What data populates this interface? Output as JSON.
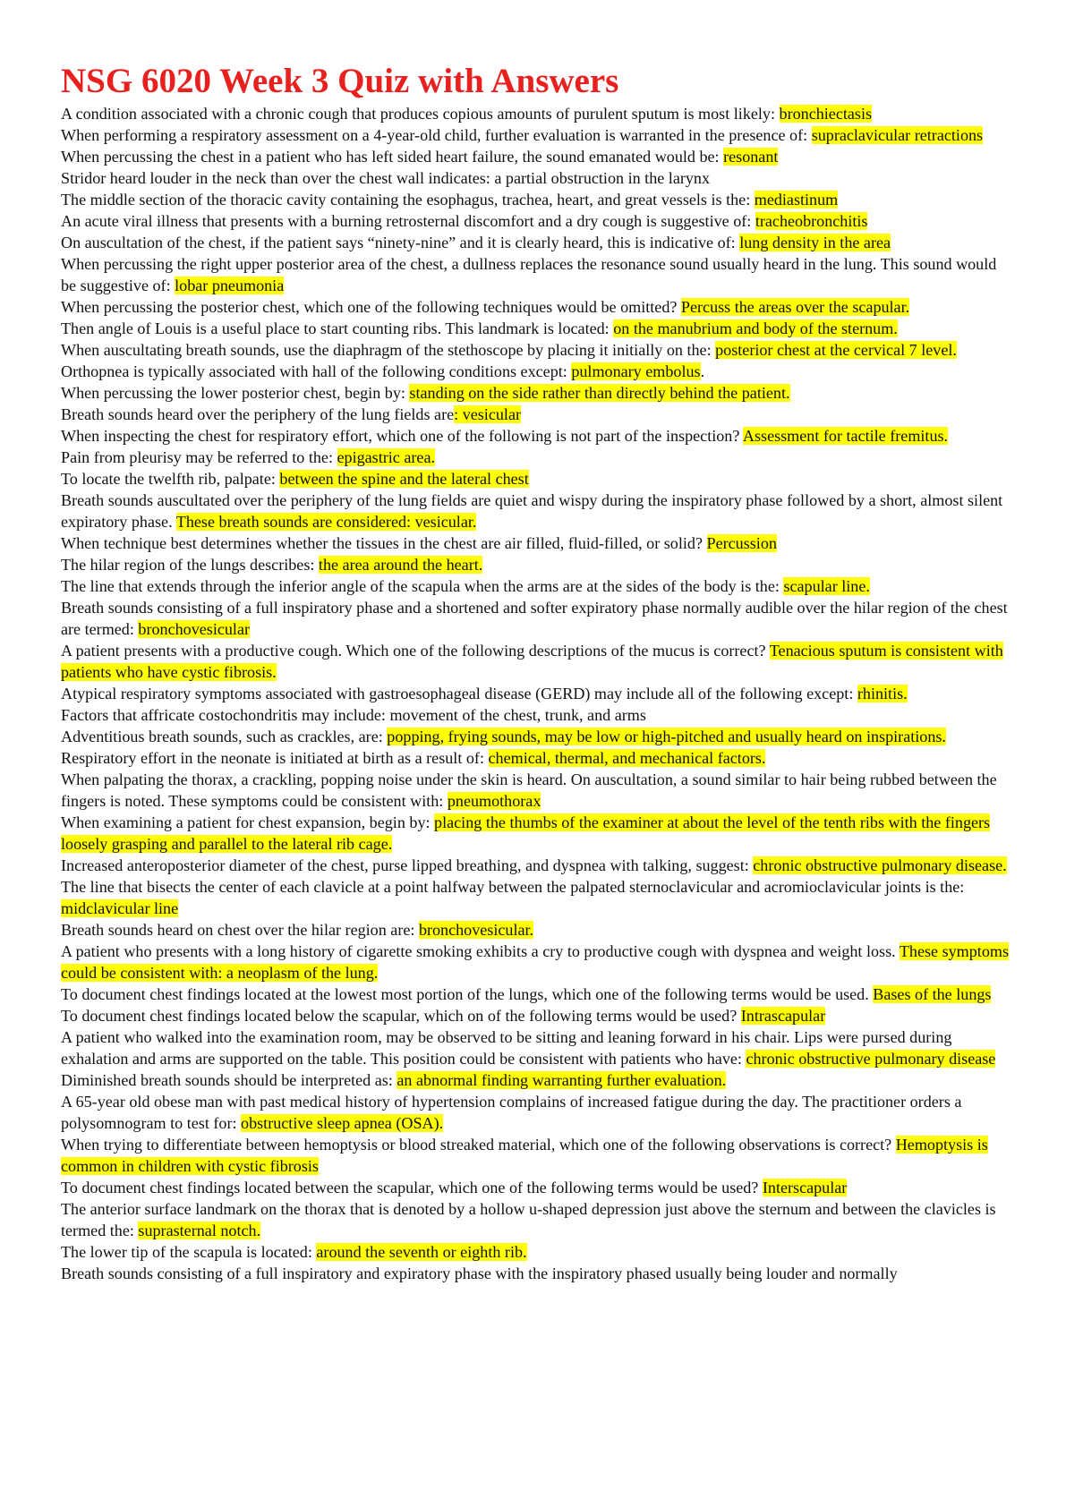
{
  "document": {
    "title": "NSG 6020 Week 3 Quiz with Answers",
    "highlight_color": "#ffff00",
    "title_color": "#e8201e",
    "items": [
      {
        "q": "A condition associated with a chronic cough that produces copious amounts of purulent sputum is most likely: ",
        "a": "bronchiectasis",
        "after": ""
      },
      {
        "q": "When performing a respiratory assessment on a 4-year-old child, further evaluation is warranted in the presence of: ",
        "a": "supraclavicular retractions",
        "after": ""
      },
      {
        "q": "When percussing the chest in a patient who has left sided heart failure, the sound emanated would be: ",
        "a": "resonant",
        "after": ""
      },
      {
        "q": "Stridor heard louder in the neck than over the chest wall indicates: a partial obstruction in the larynx",
        "a": "",
        "after": ""
      },
      {
        "q": "The middle section of the thoracic cavity containing the esophagus, trachea, heart, and great vessels is the: ",
        "a": "mediastinum",
        "after": ""
      },
      {
        "q": "An acute viral illness that presents with a burning retrosternal discomfort and a dry cough is suggestive of: ",
        "a": "tracheobronchitis",
        "after": ""
      },
      {
        "q": "On auscultation of the chest, if the patient says “ninety-nine” and it is clearly heard, this is indicative of: ",
        "a": "lung density in the area",
        "after": ""
      },
      {
        "q": "When percussing the right upper posterior area of the chest, a dullness replaces the resonance sound usually heard in the lung. This sound would be suggestive of: ",
        "a": "lobar pneumonia",
        "after": ""
      },
      {
        "q": "When percussing the posterior chest, which one of the following techniques would be omitted? ",
        "a": "Percuss the areas over the scapular.",
        "after": ""
      },
      {
        "q": "Then angle of Louis is a useful place to start counting ribs. This landmark is located: ",
        "a": "on the manubrium and body of the sternum.",
        "after": ""
      },
      {
        "q": "When auscultating breath sounds, use the diaphragm of the stethoscope by placing it initially on the: ",
        "a": "posterior chest at the cervical 7 level.",
        "after": ""
      },
      {
        "q": "Orthopnea is typically associated with hall of the following conditions except: ",
        "a": "pulmonary embolus",
        "after": "."
      },
      {
        "q": "When percussing the lower posterior chest, begin by: ",
        "a": "standing on the side rather than directly behind the patient.",
        "after": ""
      },
      {
        "q": "Breath sounds heard over the periphery of the lung fields are",
        "a": ": vesicular",
        "after": ""
      },
      {
        "q": "When inspecting the chest for respiratory effort, which one of the following is not part of the inspection? ",
        "a": "Assessment for tactile fremitus.",
        "after": ""
      },
      {
        "q": "Pain from pleurisy may be referred to the: ",
        "a": "epigastric area.",
        "after": ""
      },
      {
        "q": "To locate the twelfth rib, palpate: ",
        "a": "between the spine and the lateral chest",
        "after": ""
      },
      {
        "q": "Breath sounds auscultated over the periphery of the lung fields are quiet and wispy during the inspiratory phase followed by a short, almost silent expiratory phase. ",
        "a": "These breath sounds are considered: vesicular.",
        "after": ""
      },
      {
        "q": "When technique best determines whether the tissues in the chest are air filled, fluid-filled, or solid? ",
        "a": "Percussion",
        "after": ""
      },
      {
        "q": "The hilar region of the lungs describes: ",
        "a": "the area around the heart.",
        "after": ""
      },
      {
        "q": "The line that extends through the inferior angle of the scapula when the arms are at the sides of the body is the: ",
        "a": "scapular line.",
        "after": ""
      },
      {
        "q": "Breath sounds consisting of a full inspiratory phase and a shortened and softer expiratory phase normally audible over the hilar region of the chest are termed: ",
        "a": "bronchovesicular",
        "after": ""
      },
      {
        "q": "A patient presents with a productive cough. Which one of the following descriptions of the mucus is correct? ",
        "a": "Tenacious sputum is consistent with patients who have cystic fibrosis.",
        "after": ""
      },
      {
        "q": "Atypical respiratory symptoms associated with gastroesophageal disease (GERD) may include all of the following except: ",
        "a": "rhinitis.",
        "after": ""
      },
      {
        "q": "Factors that affricate costochondritis may include: movement of the chest, trunk, and arms",
        "a": "",
        "after": ""
      },
      {
        "q": "Adventitious breath sounds, such as crackles, are: ",
        "a": "popping, frying sounds, may be low or high-pitched and usually heard on inspirations.",
        "after": ""
      },
      {
        "q": "Respiratory effort in the neonate is initiated at birth as a result of: ",
        "a": "chemical, thermal, and mechanical factors.",
        "after": ""
      },
      {
        "q": "When palpating the thorax, a crackling, popping noise under the skin is heard. On auscultation, a sound similar to hair being rubbed between the fingers is noted. These symptoms could be consistent with: ",
        "a": "pneumothorax",
        "after": ""
      },
      {
        "q": "When examining a patient for chest expansion, begin by: ",
        "a": "placing the thumbs of the examiner at about the level of the tenth ribs with the fingers loosely grasping and parallel to the lateral rib cage.",
        "after": ""
      },
      {
        "q": "Increased anteroposterior diameter of the chest, purse lipped breathing, and dyspnea with talking, suggest: ",
        "a": "chronic obstructive pulmonary disease.",
        "after": ""
      },
      {
        "q": "The line that bisects the center of each clavicle at a point halfway between the palpated sternoclavicular and acromioclavicular joints is the: ",
        "a": "midclavicular line",
        "after": ""
      },
      {
        "q": "Breath sounds heard on chest over the hilar region are: ",
        "a": "bronchovesicular.",
        "after": ""
      },
      {
        "q": "A patient who presents with a long history of cigarette smoking exhibits a cry to productive cough with dyspnea and weight loss. ",
        "a": "These symptoms could be consistent with: a neoplasm of the lung.",
        "after": ""
      },
      {
        "q": "To document chest findings located at the lowest most portion of the lungs, which one of the following terms would be used. ",
        "a": "Bases of the lungs",
        "after": ""
      },
      {
        "q": "To document chest findings located below the scapular, which on of the following terms would be used? ",
        "a": "Intrascapular",
        "after": ""
      },
      {
        "q": "A patient who walked into the examination room, may be observed to be sitting and leaning forward in his chair. Lips were pursed during exhalation and arms are supported on the table. This position could be consistent with patients who have: ",
        "a": "chronic obstructive pulmonary disease",
        "after": ""
      },
      {
        "q": "Diminished breath sounds should be interpreted as: ",
        "a": "an abnormal finding warranting further evaluation.",
        "after": ""
      },
      {
        "q": "A 65-year old obese man with past medical history of hypertension complains of increased fatigue during the day. The practitioner orders a polysomnogram to test for: ",
        "a": "obstructive sleep apnea (OSA).",
        "after": ""
      },
      {
        "q": "When trying to differentiate between hemoptysis or blood streaked material, which one of the following observations is correct? ",
        "a": "Hemoptysis is common in children with cystic fibrosis",
        "after": ""
      },
      {
        "q": "To document chest findings located between the scapular, which one of the following terms would be used? ",
        "a": "Interscapular",
        "after": ""
      },
      {
        "q": "The anterior surface landmark on the thorax that is denoted by a hollow u-shaped depression just above the sternum and between the clavicles is termed the: ",
        "a": "suprasternal notch.",
        "after": ""
      },
      {
        "q": "The lower tip of the scapula is located: ",
        "a": "around the seventh or eighth rib.",
        "after": ""
      },
      {
        "q": "Breath sounds consisting of a full inspiratory and expiratory phase with the inspiratory phased usually being louder and normally",
        "a": "",
        "after": ""
      }
    ]
  }
}
